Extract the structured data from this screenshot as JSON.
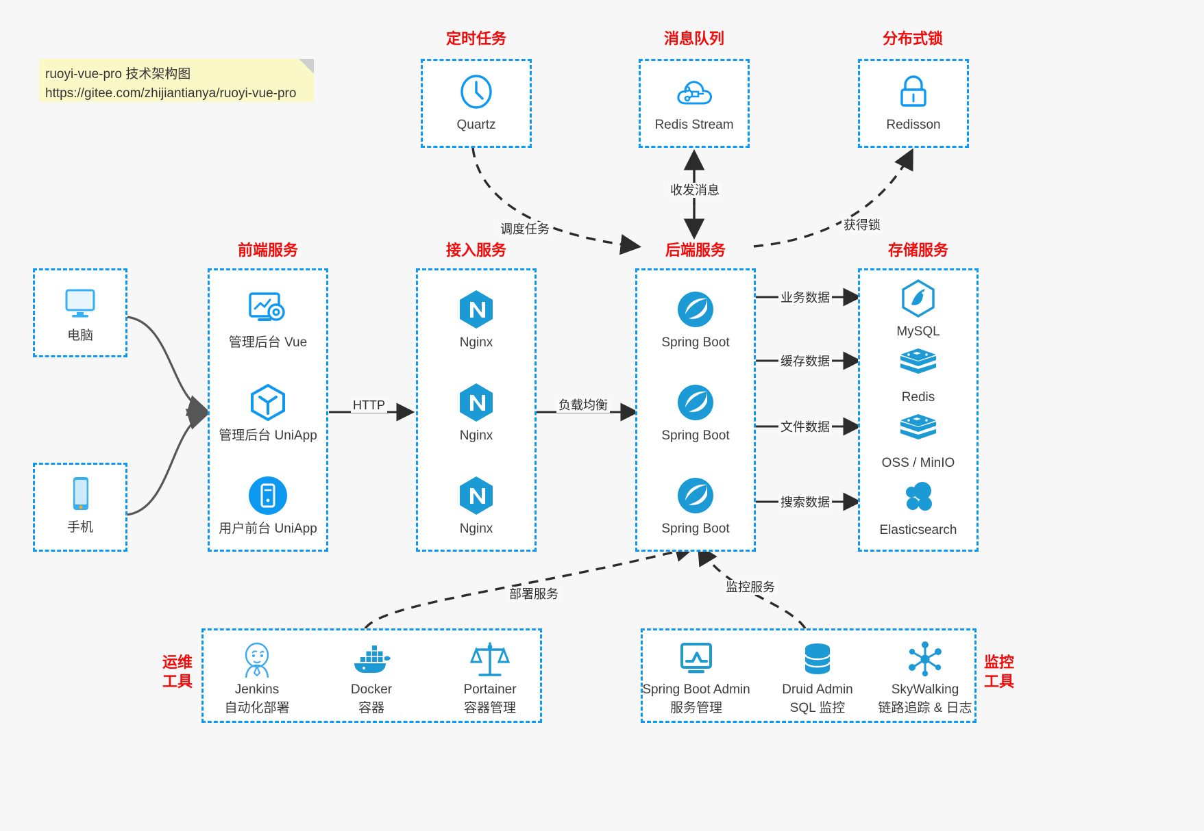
{
  "note": {
    "line1": "ruoyi-vue-pro 技术架构图",
    "line2": "https://gitee.com/zhijiantianya/ruoyi-vue-pro",
    "bg": "#fbf8c8"
  },
  "colors": {
    "accent": "#0d99f2",
    "caption": "#f10b0b",
    "canvas": "#f7f7f7",
    "edge": "#2b2b2b"
  },
  "captions": {
    "scheduled_task": "定时任务",
    "message_queue": "消息队列",
    "distributed_lock": "分布式锁",
    "frontend_service": "前端服务",
    "gateway_service": "接入服务",
    "backend_service": "后端服务",
    "storage_service": "存储服务",
    "devops_tools": "运维工具",
    "monitor_tools": "监控工具"
  },
  "clients": [
    {
      "icon": "desktop-computer-icon",
      "label": "电脑"
    },
    {
      "icon": "mobile-phone-icon",
      "label": "手机"
    }
  ],
  "top_boxes": [
    {
      "icon": "clock-icon",
      "label": "Quartz"
    },
    {
      "icon": "cloud-stream-icon",
      "label": "Redis Stream"
    },
    {
      "icon": "lock-icon",
      "label": "Redisson"
    }
  ],
  "frontend_nodes": [
    {
      "icon": "dashboard-monitor-icon",
      "label": "管理后台 Vue"
    },
    {
      "icon": "cube-icon",
      "label": "管理后台 UniApp"
    },
    {
      "icon": "mobile-app-icon",
      "label": "用户前台 UniApp"
    }
  ],
  "gateway_nodes": [
    {
      "icon": "nginx-icon",
      "label": "Nginx"
    },
    {
      "icon": "nginx-icon",
      "label": "Nginx"
    },
    {
      "icon": "nginx-icon",
      "label": "Nginx"
    }
  ],
  "backend_nodes": [
    {
      "icon": "spring-boot-icon",
      "label": "Spring Boot"
    },
    {
      "icon": "spring-boot-icon",
      "label": "Spring Boot"
    },
    {
      "icon": "spring-boot-icon",
      "label": "Spring Boot"
    }
  ],
  "storage_nodes": [
    {
      "icon": "mysql-icon",
      "label": "MySQL"
    },
    {
      "icon": "redis-icon",
      "label": "Redis"
    },
    {
      "icon": "oss-minio-icon",
      "label": "OSS / MinIO"
    },
    {
      "icon": "elasticsearch-icon",
      "label": "Elasticsearch"
    }
  ],
  "devops_nodes": [
    {
      "icon": "jenkins-icon",
      "label": "Jenkins",
      "sub": "自动化部署"
    },
    {
      "icon": "docker-icon",
      "label": "Docker",
      "sub": "容器"
    },
    {
      "icon": "portainer-scales-icon",
      "label": "Portainer",
      "sub": "容器管理"
    }
  ],
  "monitor_nodes": [
    {
      "icon": "spring-boot-admin-icon",
      "label": "Spring Boot Admin",
      "sub": "服务管理"
    },
    {
      "icon": "database-stack-icon",
      "label": "Druid Admin",
      "sub": "SQL 监控"
    },
    {
      "icon": "skywalking-icon",
      "label": "SkyWalking",
      "sub": "链路追踪 & 日志"
    }
  ],
  "edges": {
    "http": "HTTP",
    "load_balance": "负载均衡",
    "schedule_task": "调度任务",
    "send_receive_message": "收发消息",
    "acquire_lock": "获得锁",
    "business_data": "业务数据",
    "cache_data": "缓存数据",
    "file_data": "文件数据",
    "search_data": "搜索数据",
    "deploy_service": "部署服务",
    "monitor_service": "监控服务"
  }
}
